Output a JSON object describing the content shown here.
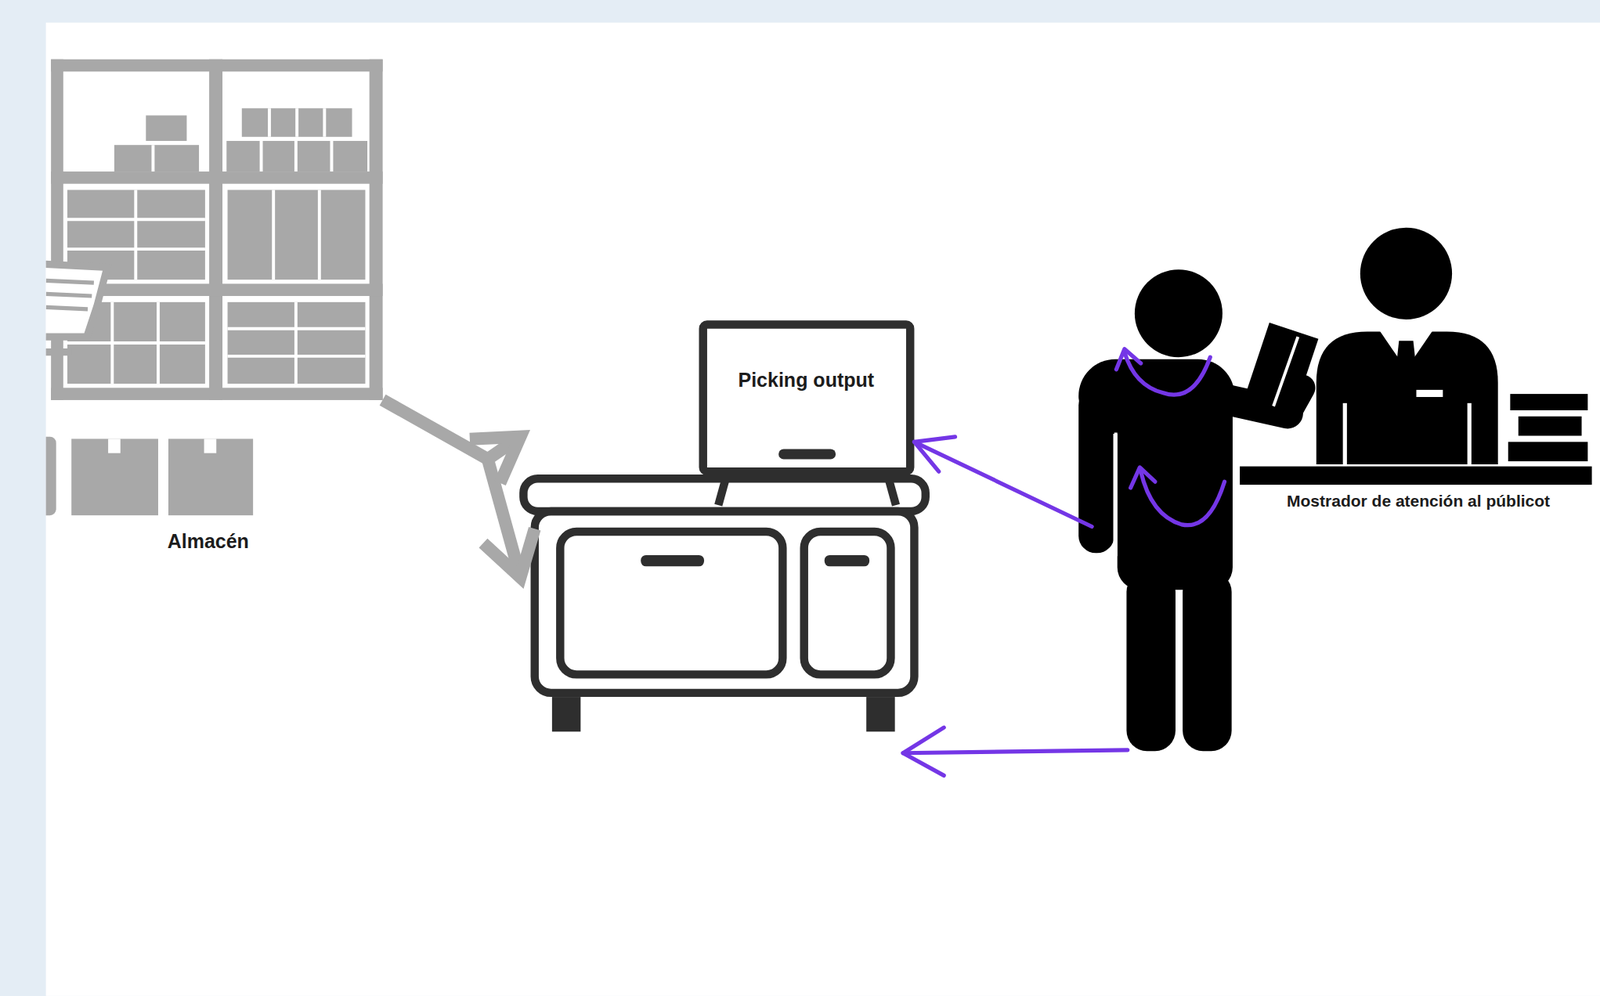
{
  "diagram": {
    "nodes": [
      {
        "text": [
          "Almacén"
        ]
      },
      {
        "text": [
          "Picking output"
        ]
      },
      {
        "text": [
          "Mostrador de atención al públicot"
        ]
      }
    ],
    "edges": [
      {
        "from": 0,
        "to": 1,
        "arrow": "to"
      }
    ]
  }
}
